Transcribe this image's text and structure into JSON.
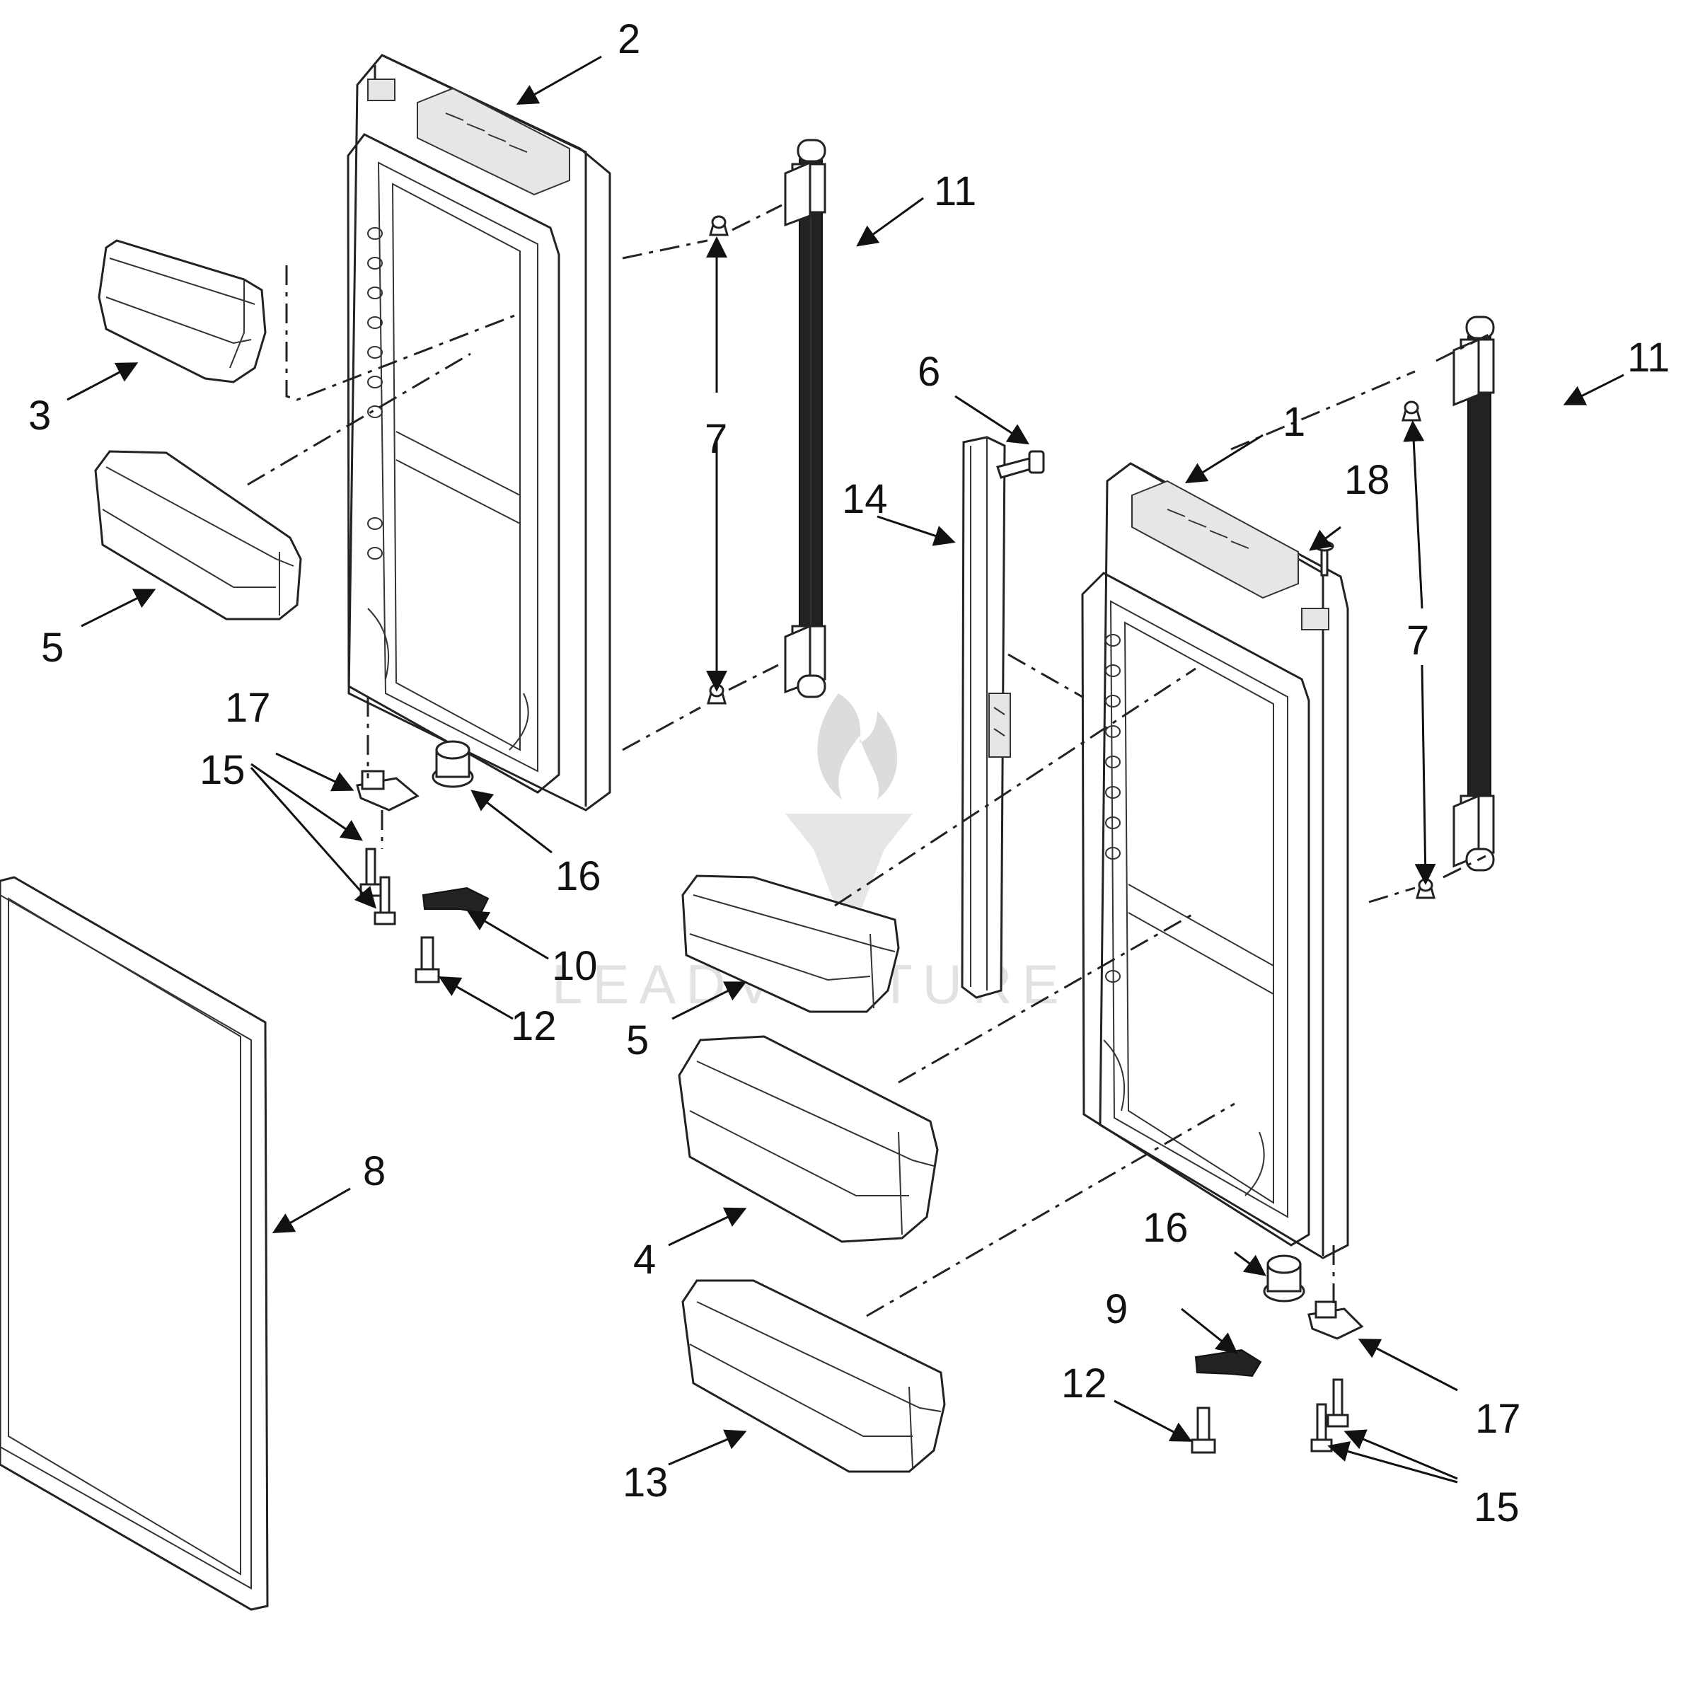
{
  "callouts": [
    {
      "id": "c1",
      "label": "1"
    },
    {
      "id": "c2",
      "label": "2"
    },
    {
      "id": "c3",
      "label": "3"
    },
    {
      "id": "c4",
      "label": "4"
    },
    {
      "id": "c5a",
      "label": "5"
    },
    {
      "id": "c5b",
      "label": "5"
    },
    {
      "id": "c6",
      "label": "6"
    },
    {
      "id": "c7a",
      "label": "7"
    },
    {
      "id": "c7b",
      "label": "7"
    },
    {
      "id": "c8",
      "label": "8"
    },
    {
      "id": "c9",
      "label": "9"
    },
    {
      "id": "c10",
      "label": "10"
    },
    {
      "id": "c11a",
      "label": "11"
    },
    {
      "id": "c11b",
      "label": "11"
    },
    {
      "id": "c12a",
      "label": "12"
    },
    {
      "id": "c12b",
      "label": "12"
    },
    {
      "id": "c13",
      "label": "13"
    },
    {
      "id": "c14",
      "label": "14"
    },
    {
      "id": "c15a",
      "label": "15"
    },
    {
      "id": "c15b",
      "label": "15"
    },
    {
      "id": "c16a",
      "label": "16"
    },
    {
      "id": "c16b",
      "label": "16"
    },
    {
      "id": "c17a",
      "label": "17"
    },
    {
      "id": "c17b",
      "label": "17"
    },
    {
      "id": "c18",
      "label": "18"
    }
  ],
  "watermark": {
    "text": "LEADVENTURE"
  }
}
